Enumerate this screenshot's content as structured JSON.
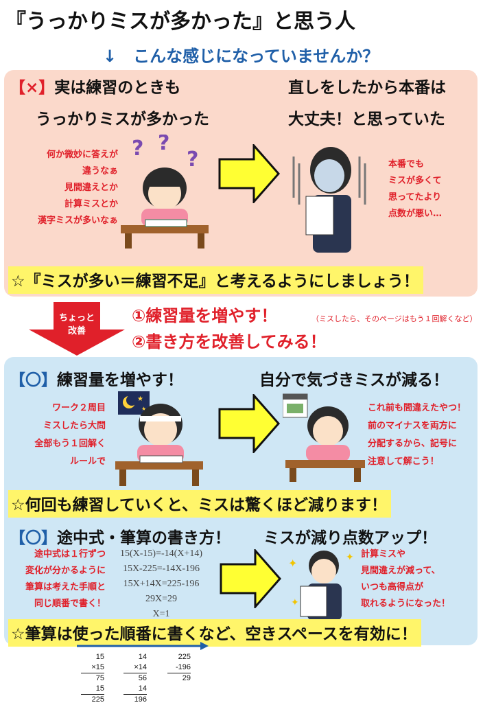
{
  "title": "『うっかりミスが多かった』と思う人",
  "subtitle": "↓　こんな感じになっていませんか？",
  "section1": {
    "mark": "【×】",
    "left_head_1": "実は練習のときも",
    "left_head_2": "うっかりミスが多かった",
    "right_head_1": "直しをしたから本番は",
    "right_head_2": "大丈夫！と思っていた",
    "left_notes": [
      "何か微妙に答えが",
      "違うなぁ",
      "見間違えとか",
      "計算ミスとか",
      "漢字ミスが多いなぁ"
    ],
    "right_notes": [
      "本番でも",
      "ミスが多くて",
      "思ってたより",
      "点数が悪い…"
    ],
    "banner": "☆『ミスが多い＝練習不足』と考えるようにしましょう！"
  },
  "middle": {
    "down_label_1": "ちょっと",
    "down_label_2": "改善",
    "step1": "①練習量を増やす！",
    "step1_note": "（ミスしたら、そのページはもう１回解くなど）",
    "step2": "②書き方を改善してみる！"
  },
  "section2": {
    "mark": "【〇】",
    "left_head": "練習量を増やす！",
    "right_head": "自分で気づきミスが減る！",
    "left_notes": [
      "ワーク２周目",
      "ミスしたら大問",
      "全部もう１回解く",
      "ルールで"
    ],
    "right_notes": [
      "これ前も間違えたやつ！",
      "前のマイナスを両方に",
      "分配するから、記号に",
      "注意して解こう！"
    ],
    "banner": "☆何回も練習していくと、ミスは驚くほど減ります！"
  },
  "section3": {
    "mark": "【〇】",
    "left_head": "途中式・筆算の書き方！",
    "right_head": "ミスが減り点数アップ！",
    "left_notes": [
      "途中式は１行ずつ",
      "変化が分かるように",
      "筆算は考えた手順と",
      "同じ順番で書く！"
    ],
    "equations": [
      "15(X-15)=-14(X+14)",
      "15X-225=-14X-196",
      "15X+14X=225-196",
      "29X=29",
      "X=1"
    ],
    "right_notes": [
      "計算ミスや",
      "見間違えが減って、",
      "いつも高得点が",
      "取れるようになった！"
    ],
    "banner": "☆筆算は使った順番に書くなど、空きスペースを有効に！"
  },
  "scratch": {
    "col1": [
      "15",
      "×15",
      "75",
      "15",
      "225"
    ],
    "col2": [
      "14",
      "×14",
      "56",
      "14",
      "196"
    ],
    "col3": [
      "225",
      "-196",
      "29"
    ]
  },
  "colors": {
    "red": "#e0202a",
    "blue": "#1f5fa8",
    "panel_pink": "#fbd9cb",
    "panel_blue": "#cfe7f5",
    "banner_yellow": "#fff56a",
    "arrow_yellow": "#ffff33"
  }
}
